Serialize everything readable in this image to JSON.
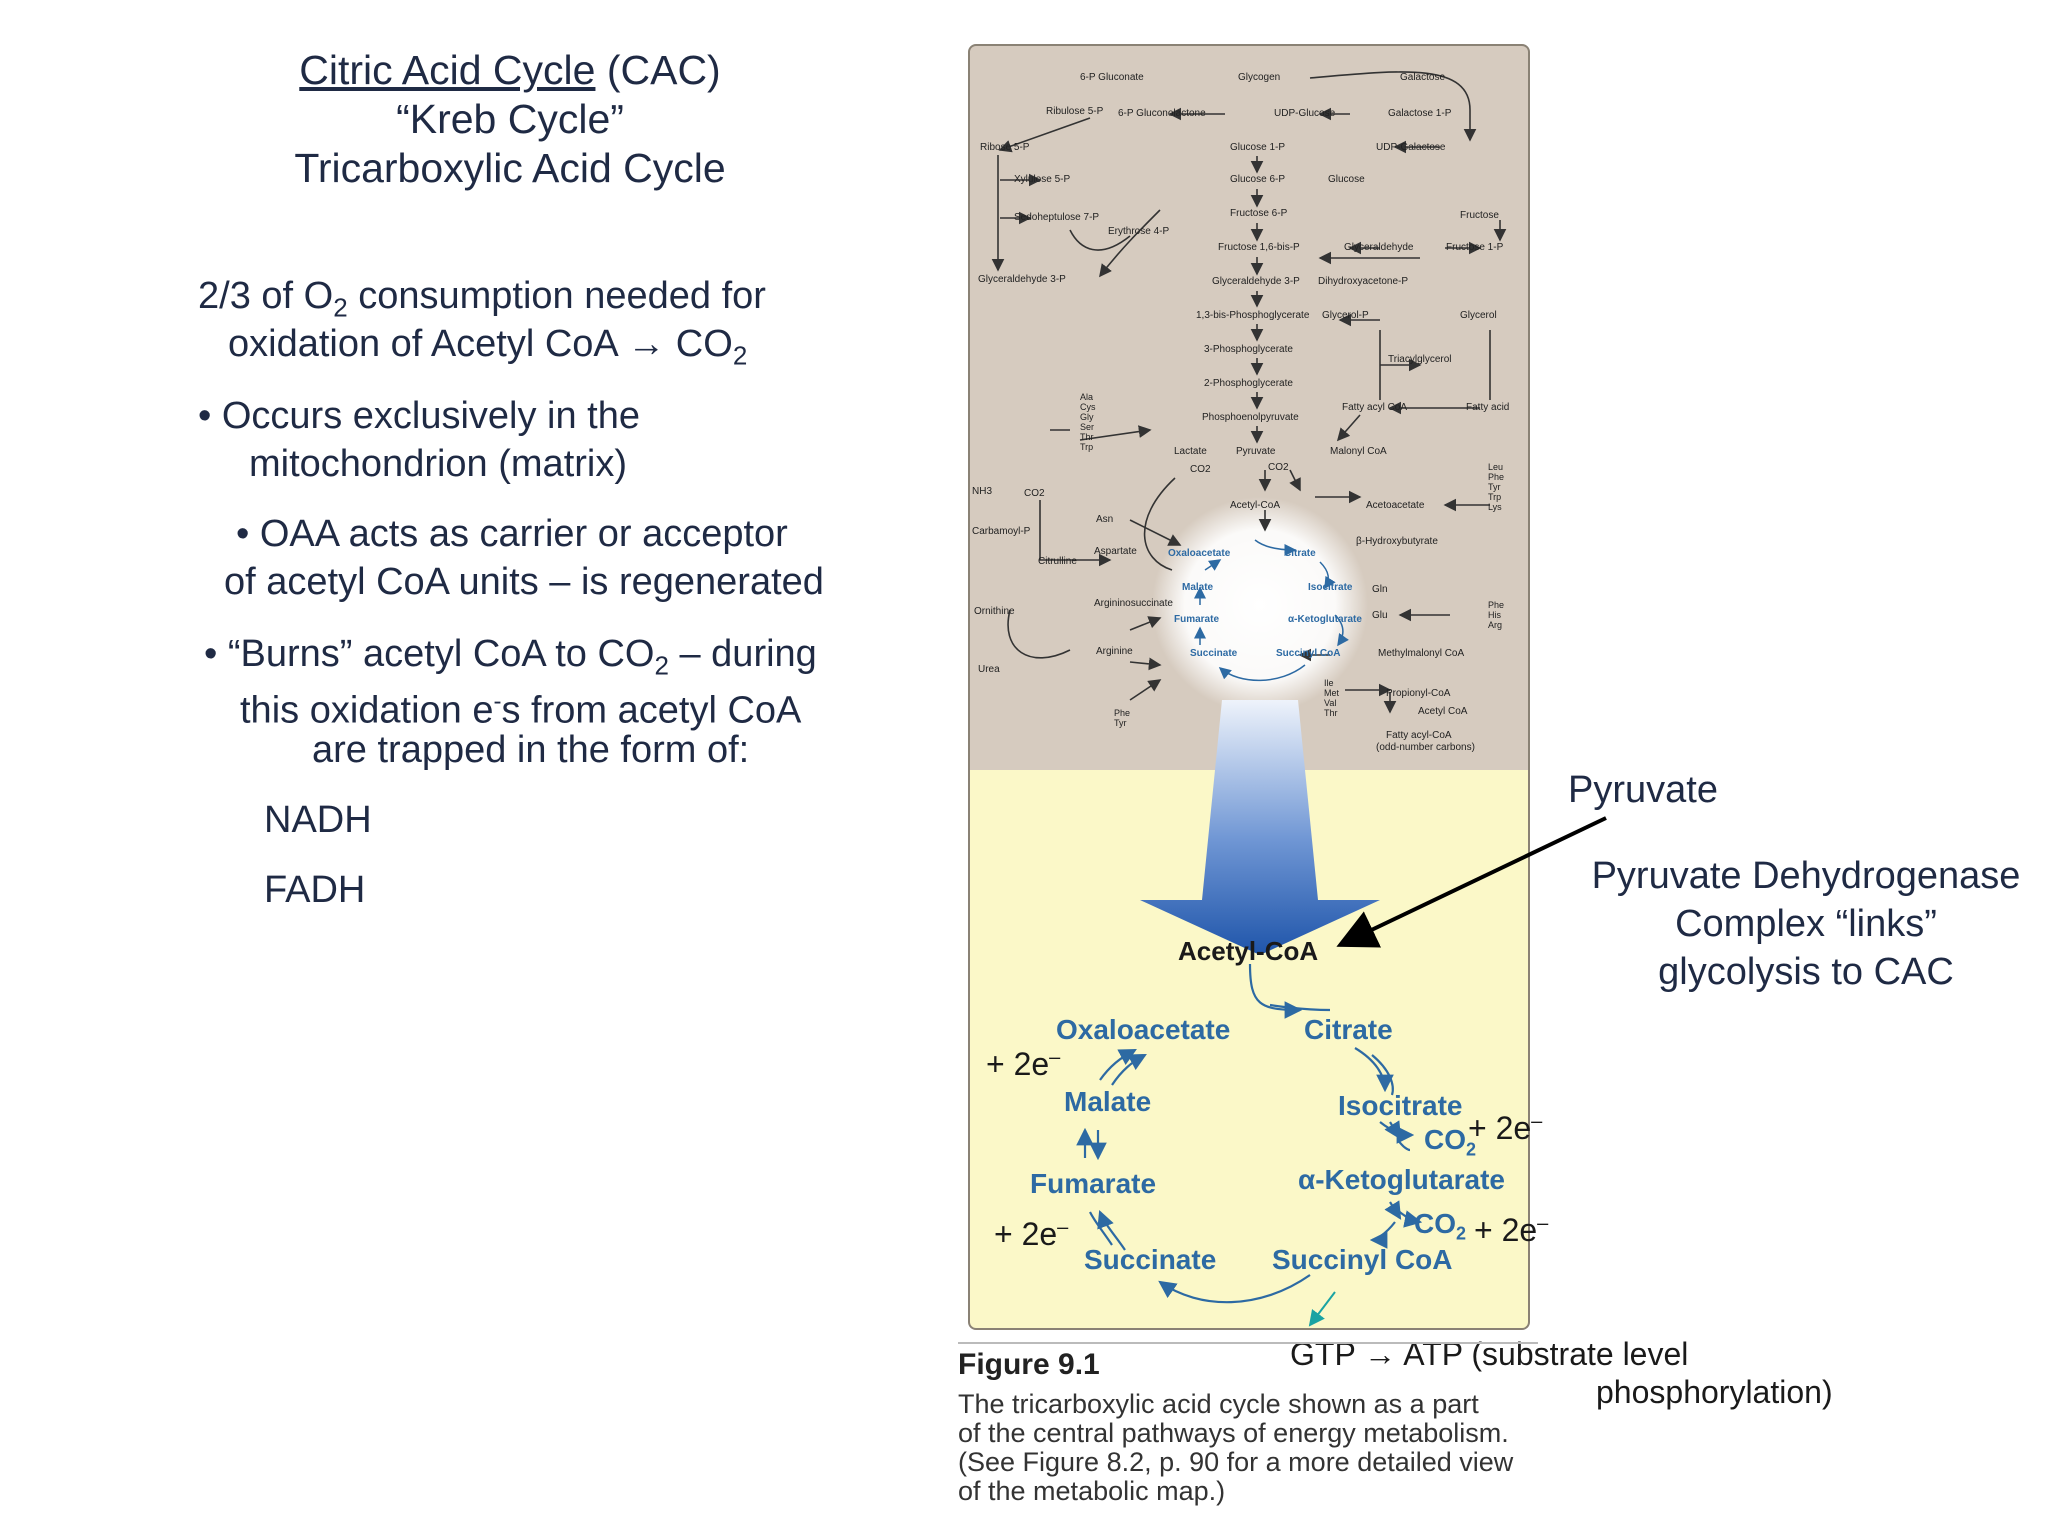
{
  "title": {
    "line1_underlined": "Citric Acid Cycle",
    "line1_rest": " (CAC)",
    "line2": "“Kreb Cycle”",
    "line3": "Tricarboxylic Acid Cycle"
  },
  "intro": {
    "a1": "2/3 of O",
    "a1_sub": "2",
    "a2": "  consumption needed for",
    "b1": "oxidation of Acetyl CoA ",
    "b_arrow": "→",
    "b2": " CO",
    "b2_sub": "2"
  },
  "bullets": {
    "b1_line1": "• Occurs exclusively in the",
    "b1_line2": "mitochondrion (matrix)",
    "b2_line1": "• OAA acts as carrier or acceptor",
    "b2_line2": "of acetyl CoA units – is regenerated",
    "b3_line1a": "• “Burns” acetyl CoA to CO",
    "b3_line1_sub": "2",
    "b3_line1b": " – during",
    "b3_line2a": "this oxidation e",
    "b3_line2_sup": "-",
    "b3_line2b": "s from acetyl CoA",
    "b3_line3": "are trapped in the form of:",
    "nadh": "NADH",
    "fadh": "FADH"
  },
  "annotations": {
    "pyruvate": "Pyruvate",
    "pdh_line1": "Pyruvate Dehydrogenase",
    "pdh_line2": "Complex “links”",
    "pdh_line3": "glycolysis to CAC",
    "gtp_line1": "GTP → ATP (substrate level",
    "gtp_line2": "phosphorylation)",
    "e_oaa": "+ 2e",
    "e_iso": "+ 2e",
    "e_akg": "+ 2e",
    "e_suc": "+ 2e",
    "e_minus": "–"
  },
  "cycle": {
    "acetyl": "Acetyl-CoA",
    "oaa": "Oxaloacetate",
    "citrate": "Citrate",
    "malate": "Malate",
    "isocitrate": "Isocitrate",
    "co2": "CO",
    "co2_sub": "2",
    "fumarate": "Fumarate",
    "akg": "α-Ketoglutarate",
    "succinate": "Succinate",
    "succoa": "Succinyl CoA"
  },
  "map": {
    "g1": "6-P Gluconate",
    "g2": "Glycogen",
    "g3": "Galactose",
    "g4": "Ribulose 5-P",
    "g5": "6-P Gluconolactone",
    "g6": "UDP-Glucose",
    "g7": "Galactose 1-P",
    "g8": "Ribose 5-P",
    "g9": "Glucose 1-P",
    "g10": "UDP-Galactose",
    "g11": "Xylulose 5-P",
    "g12": "Glucose 6-P",
    "g13": "Glucose",
    "g14": "Sedoheptulose 7-P",
    "g15": "Fructose 6-P",
    "g16": "Fructose",
    "g17": "Erythrose 4-P",
    "g18": "Fructose 1,6-bis-P",
    "g19": "Glyceraldehyde",
    "g20": "Fructose 1-P",
    "g21": "Glyceraldehyde 3-P",
    "g22": "Glyceraldehyde 3-P",
    "g23": "Dihydroxyacetone-P",
    "g24": "1,3-bis-Phosphoglycerate",
    "g25": "Glycerol-P",
    "g26": "Glycerol",
    "g27": "3-Phosphoglycerate",
    "g28": "Triacylglycerol",
    "g29": "2-Phosphoglycerate",
    "g30": "Fatty acyl CoA",
    "g31": "Fatty acid",
    "g32": "Phosphoenolpyruvate",
    "g33": "Lactate",
    "g34": "Pyruvate",
    "g35": "Malonyl CoA",
    "g36": "CO2",
    "g37": "CO2",
    "g38": "NH3",
    "g39": "CO2",
    "g40": "Acetyl-CoA",
    "g41": "Acetoacetate",
    "g42": "Carbamoyl-P",
    "g43": "Asn",
    "g44": "β-Hydroxybutyrate",
    "g45": "Aspartate",
    "g46": "Citrulline",
    "g47": "Argininosuccinate",
    "g48": "Ornithine",
    "g49": "Arginine",
    "g50": "Urea",
    "g51": "Gln",
    "g52": "Glu",
    "g53": "Methylmalonyl CoA",
    "g54": "Propionyl-CoA",
    "g55": "Acetyl CoA",
    "g56": "Fatty acyl-CoA",
    "g57": "(odd-number carbons)",
    "aa1": "Ala Cys Gly Ser Thr Trp",
    "aa2": "Leu Phe Tyr Trp Lys",
    "aa3": "Phe His Arg",
    "aa4": "Ile Met Val Thr",
    "aa5": "Phe Tyr",
    "c1": "Oxaloacetate",
    "c2": "Citrate",
    "c3": "Malate",
    "c4": "Isocitrate",
    "c5": "Fumarate",
    "c6": "α-Ketoglutarate",
    "c7": "Succinate",
    "c8": "Succinyl CoA"
  },
  "figure": {
    "label": "Figure 9.1",
    "caption_line1": "The tricarboxylic acid cycle shown as a part",
    "caption_line2": "of the central pathways of energy metabolism.",
    "caption_line3": "(See Figure 8.2, p. 90 for a more detailed view",
    "caption_line4": "of the metabolic map.)"
  },
  "colors": {
    "text": "#1f2a44",
    "cycle_blue": "#2d6aa3",
    "map_bg": "#d6cbbf",
    "cycle_bg": "#fbf8c8",
    "arrow_blue": "#2a5fb0"
  }
}
